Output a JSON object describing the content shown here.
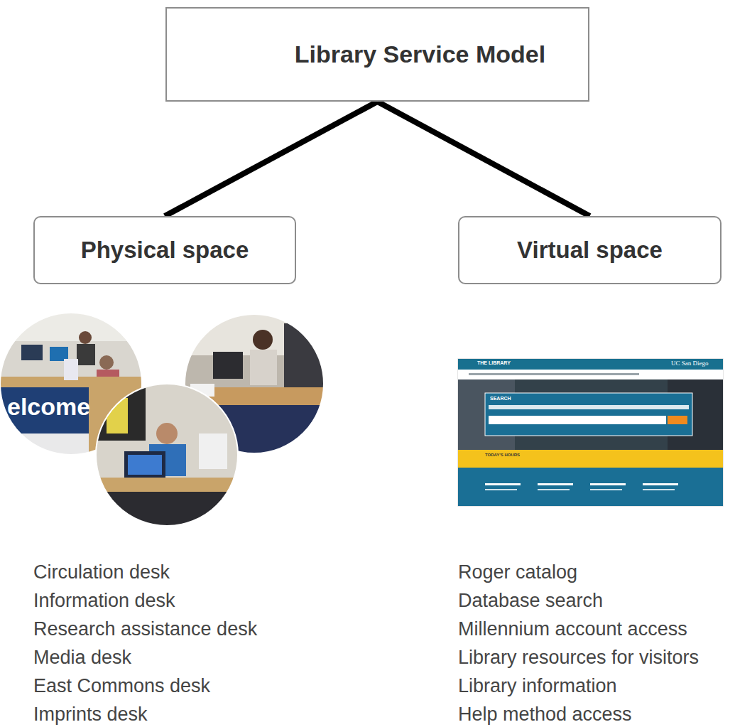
{
  "diagram": {
    "nodes": [
      {
        "text": [
          "Library Service Model"
        ]
      },
      {
        "text": [
          "Physical space"
        ]
      },
      {
        "text": [
          "Virtual space"
        ]
      }
    ],
    "edges": [
      {
        "from": 0,
        "to": 1,
        "arrow": "none"
      },
      {
        "from": 0,
        "to": 2,
        "arrow": "none"
      }
    ],
    "labels": [
      "Circulation desk",
      "Information desk",
      "Research assistance desk",
      "Media desk",
      "East Commons desk",
      "Imprints desk",
      "Roger catalog",
      "Database search",
      "Millennium account access",
      "Library resources for visitors",
      "Library information",
      "Help method access",
      "THE LIBRARY",
      "UC San Diego",
      "SEARCH",
      "TODAY'S HOURS",
      "elcome"
    ]
  }
}
